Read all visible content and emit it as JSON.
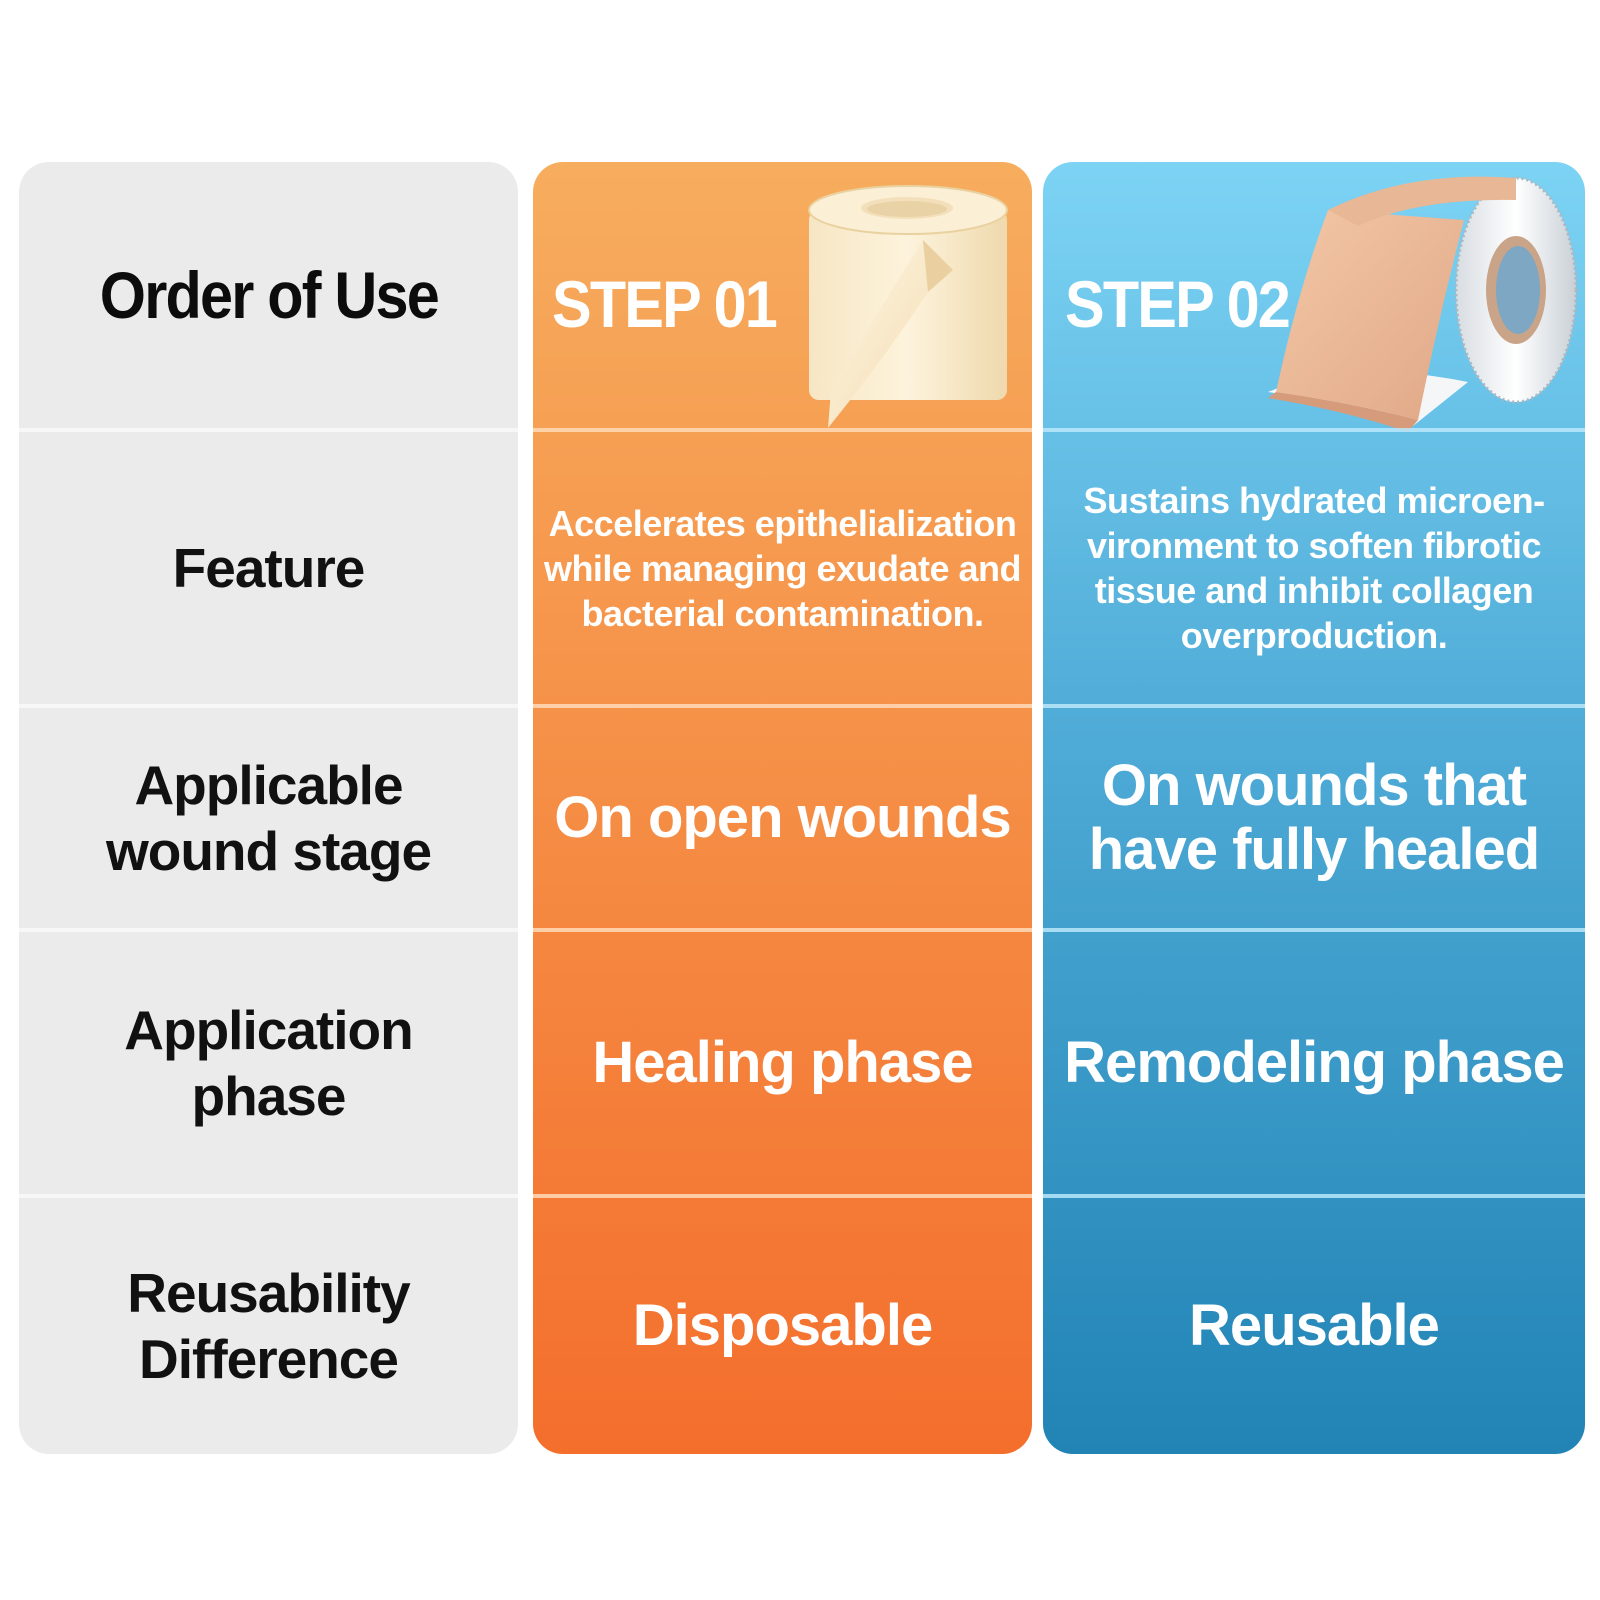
{
  "labels": {
    "order": "Order of Use",
    "feature": "Feature",
    "wound_stage": "Applicable wound stage",
    "phase": "Application phase",
    "reusability": "Reusability Difference"
  },
  "step1": {
    "title": "STEP  01",
    "feature": "Accelerates epithelialization while managing exudate and bacterial contamination.",
    "wound_stage": "On open wounds",
    "phase": "Healing phase",
    "reusability": "Disposable",
    "image": "foam-dressing-roll-image"
  },
  "step2": {
    "title": "STEP 02",
    "feature": "Sustains hydrated microen-vironment to soften fibrotic tissue and inhibit collagen overproduction.",
    "wound_stage": "On wounds that have fully healed",
    "phase": "Remodeling phase",
    "reusability": "Reusable",
    "image": "silicone-scar-tape-roll-image"
  },
  "colors": {
    "label_bg": "#ebebeb",
    "step1_top": "#f7ad5e",
    "step1_bottom": "#f46e2c",
    "step2_top": "#7cd3f4",
    "step2_bottom": "#2184b5",
    "text_dark": "#111111",
    "text_light": "#ffffff"
  }
}
